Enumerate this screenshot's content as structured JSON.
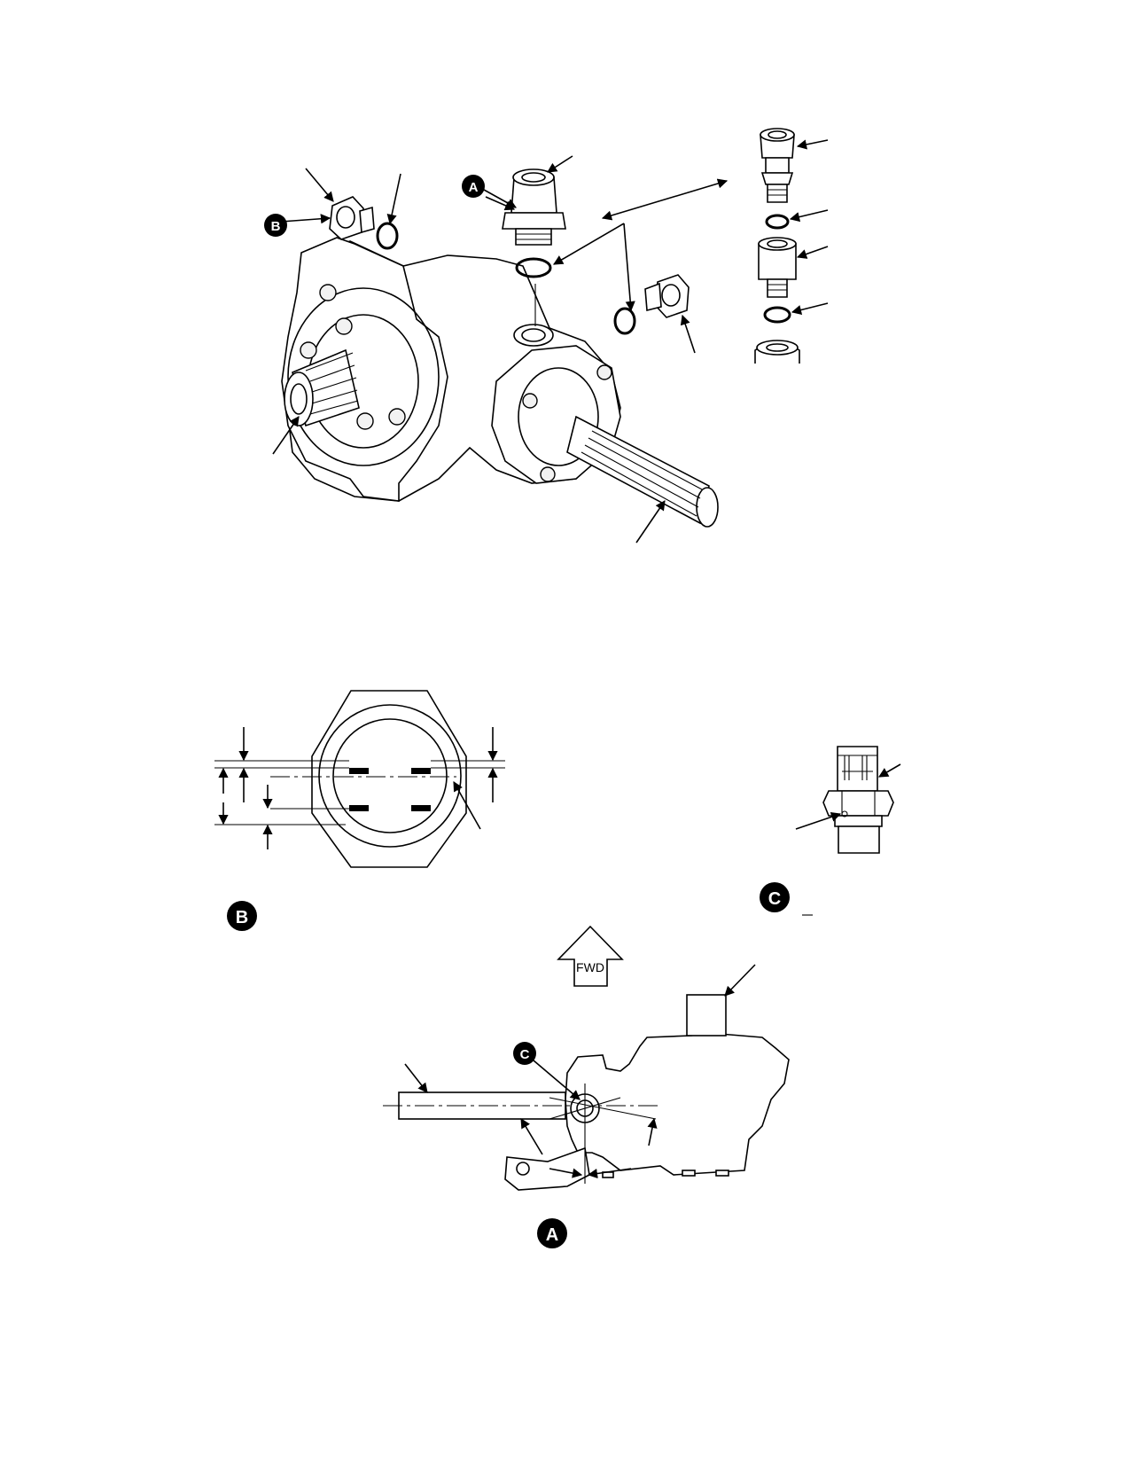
{
  "callouts": {
    "a": "A",
    "b": "B",
    "c": "C"
  },
  "fwd_label": "FWD"
}
